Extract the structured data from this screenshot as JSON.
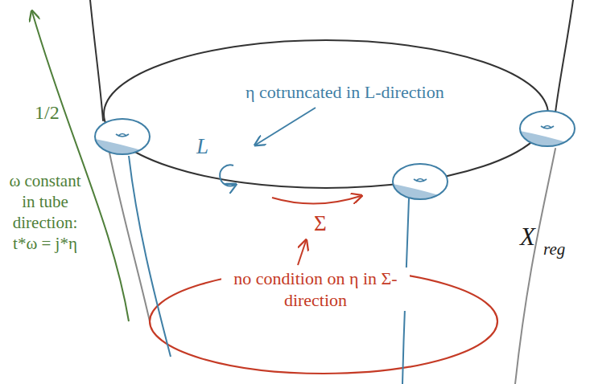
{
  "diagram": {
    "labels": [
      "1/2",
      "ω constant in tube direction: t*ω = j*η",
      "η cotruncated in L-direction",
      "L",
      "Σ",
      "no condition on η in Σ-direction",
      "X",
      "reg"
    ]
  }
}
